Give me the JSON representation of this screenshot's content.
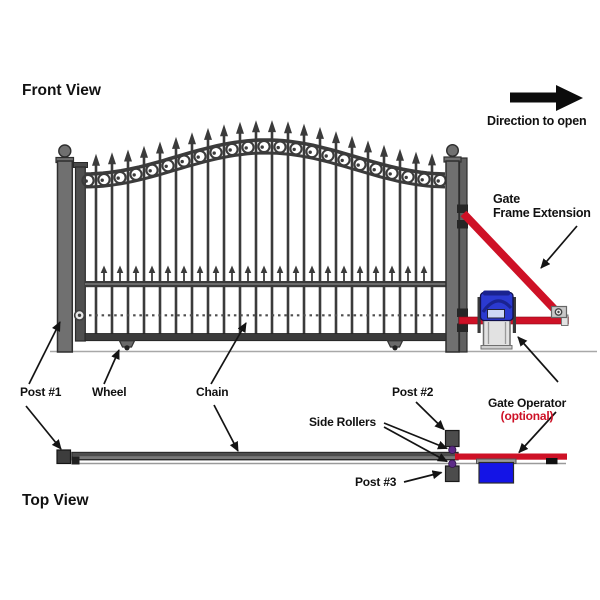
{
  "titles": {
    "front_view": "Front View",
    "top_view": "Top View"
  },
  "front_view": {
    "direction_label": "Direction to open",
    "gate_frame_extension_label": "Gate\nFrame Extension",
    "gate_operator_label": "Gate Operator",
    "gate_operator_optional": "(optional)"
  },
  "callouts": {
    "post1": "Post #1",
    "wheel": "Wheel",
    "chain": "Chain",
    "post2": "Post #2",
    "side_rollers": "Side Rollers",
    "post3": "Post #3"
  },
  "colors": {
    "red_accent": "#ce1126",
    "operator_blue_front": "#2b3ad0",
    "operator_blue_top": "#1414e6",
    "roller_purple": "#5c2b87",
    "gate_dark": "#3b3b3b",
    "post_gray": "#707070",
    "arrow_black": "#141414"
  }
}
